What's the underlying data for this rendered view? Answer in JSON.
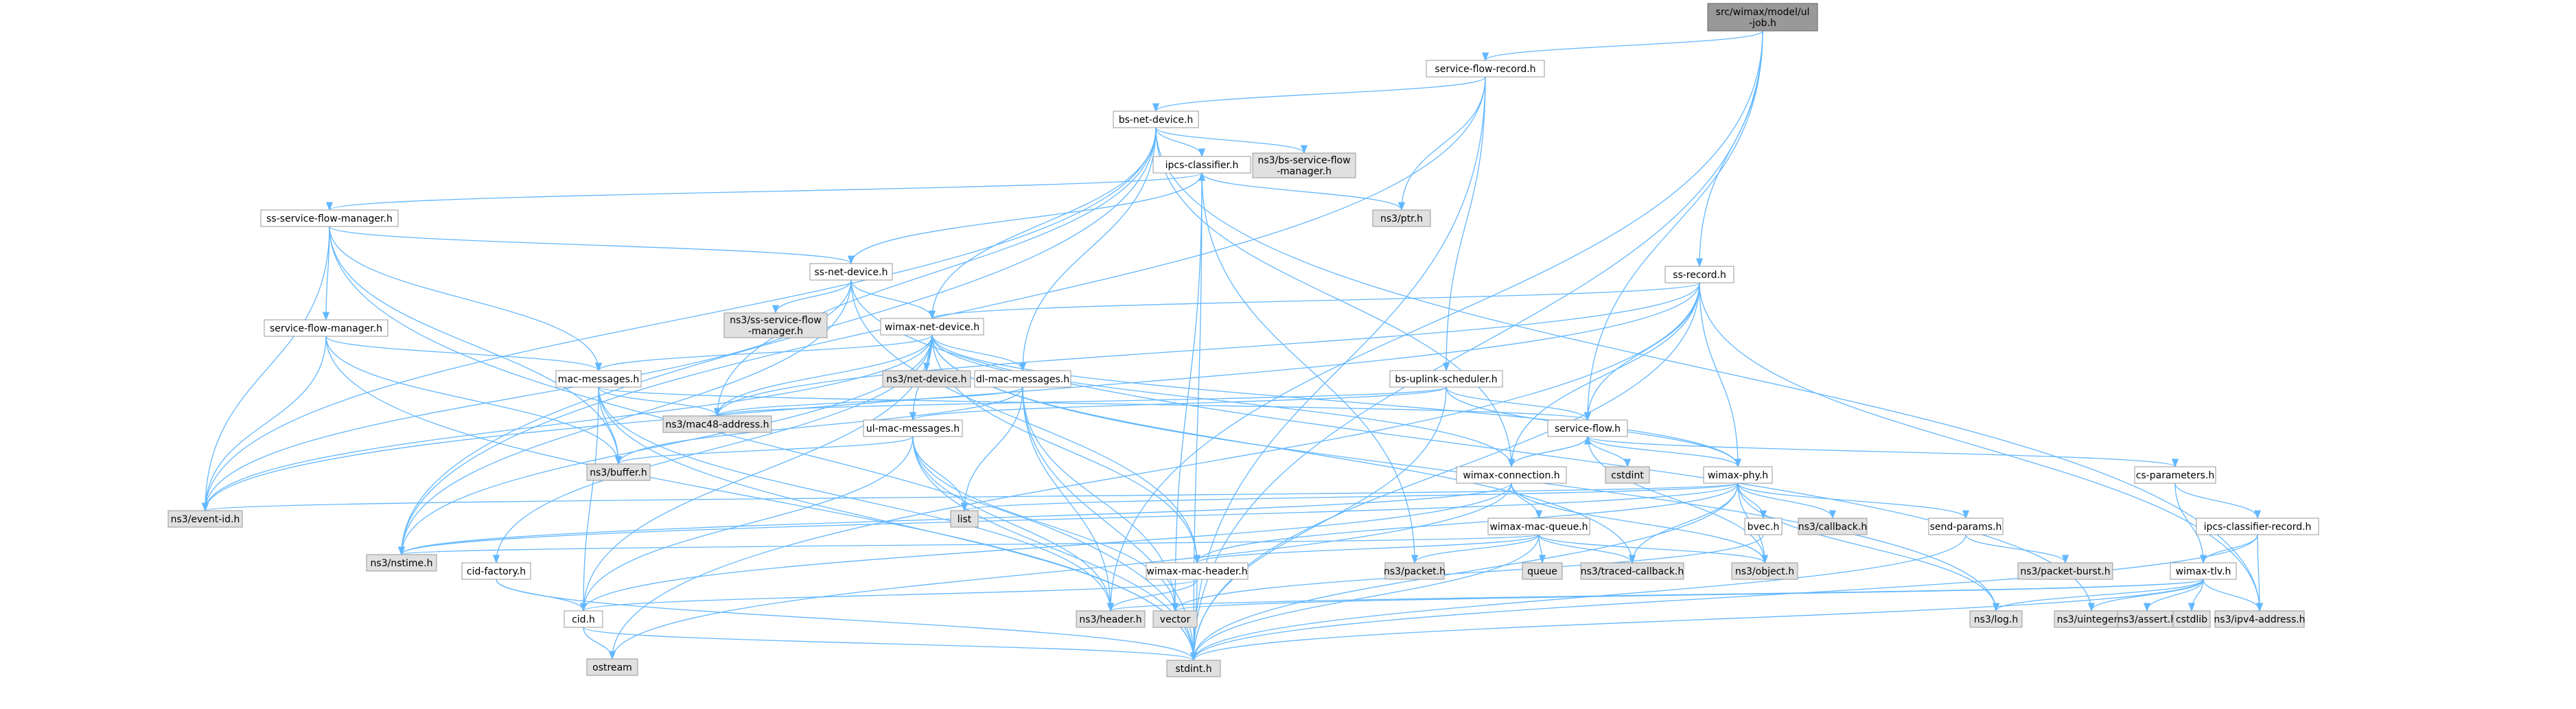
{
  "graph": {
    "nodes": [
      {
        "id": "job",
        "lines": [
          "src/wimax/model/ul",
          "-job.h"
        ],
        "kind": "main"
      },
      {
        "id": "sfr",
        "lines": [
          "service-flow-record.h"
        ],
        "kind": "file"
      },
      {
        "id": "bsnd",
        "lines": [
          "bs-net-device.h"
        ],
        "kind": "file"
      },
      {
        "id": "ipcs",
        "lines": [
          "ipcs-classifier.h"
        ],
        "kind": "file"
      },
      {
        "id": "bssfm",
        "lines": [
          "ns3/bs-service-flow",
          "-manager.h"
        ],
        "kind": "ext"
      },
      {
        "id": "ptr",
        "lines": [
          "ns3/ptr.h"
        ],
        "kind": "ext"
      },
      {
        "id": "sssfm",
        "lines": [
          "ss-service-flow-manager.h"
        ],
        "kind": "file"
      },
      {
        "id": "ssnd",
        "lines": [
          "ss-net-device.h"
        ],
        "kind": "file"
      },
      {
        "id": "sfm",
        "lines": [
          "service-flow-manager.h"
        ],
        "kind": "file"
      },
      {
        "id": "nsssfm",
        "lines": [
          "ns3/ss-service-flow",
          "-manager.h"
        ],
        "kind": "ext"
      },
      {
        "id": "wnd",
        "lines": [
          "wimax-net-device.h"
        ],
        "kind": "file"
      },
      {
        "id": "ssrec",
        "lines": [
          "ss-record.h"
        ],
        "kind": "file"
      },
      {
        "id": "macmsg",
        "lines": [
          "mac-messages.h"
        ],
        "kind": "file"
      },
      {
        "id": "netdev",
        "lines": [
          "ns3/net-device.h"
        ],
        "kind": "ext"
      },
      {
        "id": "dlmac",
        "lines": [
          "dl-mac-messages.h"
        ],
        "kind": "file"
      },
      {
        "id": "bsus",
        "lines": [
          "bs-uplink-scheduler.h"
        ],
        "kind": "file"
      },
      {
        "id": "mac48",
        "lines": [
          "ns3/mac48-address.h"
        ],
        "kind": "ext"
      },
      {
        "id": "sf",
        "lines": [
          "service-flow.h"
        ],
        "kind": "file"
      },
      {
        "id": "ulmac",
        "lines": [
          "ul-mac-messages.h"
        ],
        "kind": "file"
      },
      {
        "id": "buffer",
        "lines": [
          "ns3/buffer.h"
        ],
        "kind": "ext"
      },
      {
        "id": "wconn",
        "lines": [
          "wimax-connection.h"
        ],
        "kind": "file"
      },
      {
        "id": "cstdint",
        "lines": [
          "cstdint"
        ],
        "kind": "ext"
      },
      {
        "id": "wphy",
        "lines": [
          "wimax-phy.h"
        ],
        "kind": "file"
      },
      {
        "id": "csparam",
        "lines": [
          "cs-parameters.h"
        ],
        "kind": "file"
      },
      {
        "id": "eventid",
        "lines": [
          "ns3/event-id.h"
        ],
        "kind": "ext"
      },
      {
        "id": "list",
        "lines": [
          "list"
        ],
        "kind": "ext"
      },
      {
        "id": "nstime",
        "lines": [
          "ns3/nstime.h"
        ],
        "kind": "ext"
      },
      {
        "id": "cidf",
        "lines": [
          "cid-factory.h"
        ],
        "kind": "file"
      },
      {
        "id": "wmq",
        "lines": [
          "wimax-mac-queue.h"
        ],
        "kind": "file"
      },
      {
        "id": "bvec",
        "lines": [
          "bvec.h"
        ],
        "kind": "file"
      },
      {
        "id": "callback",
        "lines": [
          "ns3/callback.h"
        ],
        "kind": "ext"
      },
      {
        "id": "sendp",
        "lines": [
          "send-params.h"
        ],
        "kind": "file"
      },
      {
        "id": "ipcsrec",
        "lines": [
          "ipcs-classifier-record.h"
        ],
        "kind": "file"
      },
      {
        "id": "packet",
        "lines": [
          "ns3/packet.h"
        ],
        "kind": "ext"
      },
      {
        "id": "queue",
        "lines": [
          "queue"
        ],
        "kind": "ext"
      },
      {
        "id": "tcb",
        "lines": [
          "ns3/traced-callback.h"
        ],
        "kind": "ext"
      },
      {
        "id": "object",
        "lines": [
          "ns3/object.h"
        ],
        "kind": "ext"
      },
      {
        "id": "pburst",
        "lines": [
          "ns3/packet-burst.h"
        ],
        "kind": "ext"
      },
      {
        "id": "wmh",
        "lines": [
          "wimax-mac-header.h"
        ],
        "kind": "file"
      },
      {
        "id": "wtlv",
        "lines": [
          "wimax-tlv.h"
        ],
        "kind": "file"
      },
      {
        "id": "cid",
        "lines": [
          "cid.h"
        ],
        "kind": "file"
      },
      {
        "id": "vector",
        "lines": [
          "vector"
        ],
        "kind": "ext"
      },
      {
        "id": "header",
        "lines": [
          "ns3/header.h"
        ],
        "kind": "ext"
      },
      {
        "id": "log",
        "lines": [
          "ns3/log.h"
        ],
        "kind": "ext"
      },
      {
        "id": "uint",
        "lines": [
          "ns3/uinteger.h"
        ],
        "kind": "ext"
      },
      {
        "id": "assert",
        "lines": [
          "ns3/assert.h"
        ],
        "kind": "ext"
      },
      {
        "id": "cstdlib",
        "lines": [
          "cstdlib"
        ],
        "kind": "ext"
      },
      {
        "id": "ipv4",
        "lines": [
          "ns3/ipv4-address.h"
        ],
        "kind": "ext"
      },
      {
        "id": "ostream",
        "lines": [
          "ostream"
        ],
        "kind": "ext"
      },
      {
        "id": "stdint",
        "lines": [
          "stdint.h"
        ],
        "kind": "ext"
      }
    ],
    "edges": [
      [
        "job",
        "sfr"
      ],
      [
        "job",
        "ssrec"
      ],
      [
        "job",
        "sf"
      ],
      [
        "job",
        "stdint"
      ],
      [
        "job",
        "header"
      ],
      [
        "sfr",
        "bsnd"
      ],
      [
        "sfr",
        "ptr"
      ],
      [
        "sfr",
        "bsus"
      ],
      [
        "sfr",
        "stdint"
      ],
      [
        "sfr",
        "nstime"
      ],
      [
        "bsnd",
        "ipcs"
      ],
      [
        "bsnd",
        "bssfm"
      ],
      [
        "bsnd",
        "wnd"
      ],
      [
        "bsnd",
        "dlmac"
      ],
      [
        "bsnd",
        "wconn"
      ],
      [
        "bsnd",
        "mac48"
      ],
      [
        "bsnd",
        "ipv4"
      ],
      [
        "bsnd",
        "eventid"
      ],
      [
        "bsnd",
        "nstime"
      ],
      [
        "ipcs",
        "ptr"
      ],
      [
        "ipcs",
        "sssfm"
      ],
      [
        "ipcs",
        "stdint"
      ],
      [
        "ipcs",
        "vector"
      ],
      [
        "ipcs",
        "packet"
      ],
      [
        "sssfm",
        "ssnd"
      ],
      [
        "sssfm",
        "sfm"
      ],
      [
        "sssfm",
        "macmsg"
      ],
      [
        "sssfm",
        "buffer"
      ],
      [
        "sssfm",
        "eventid"
      ],
      [
        "sssfm",
        "stdint"
      ],
      [
        "ssnd",
        "ipcs"
      ],
      [
        "ssnd",
        "nsssfm"
      ],
      [
        "ssnd",
        "wnd"
      ],
      [
        "ssnd",
        "eventid"
      ],
      [
        "ssnd",
        "nstime"
      ],
      [
        "ssnd",
        "wmh"
      ],
      [
        "ssnd",
        "uint"
      ],
      [
        "sfm",
        "macmsg"
      ],
      [
        "sfm",
        "buffer"
      ],
      [
        "sfm",
        "eventid"
      ],
      [
        "sfm",
        "stdint"
      ],
      [
        "wnd",
        "macmsg"
      ],
      [
        "wnd",
        "netdev"
      ],
      [
        "wnd",
        "dlmac"
      ],
      [
        "wnd",
        "ulmac"
      ],
      [
        "wnd",
        "wconn"
      ],
      [
        "wnd",
        "wphy"
      ],
      [
        "wnd",
        "mac48"
      ],
      [
        "wnd",
        "eventid"
      ],
      [
        "wnd",
        "nstime"
      ],
      [
        "wnd",
        "cidf"
      ],
      [
        "wnd",
        "cid"
      ],
      [
        "wnd",
        "tcb"
      ],
      [
        "wnd",
        "wmh"
      ],
      [
        "wnd",
        "log"
      ],
      [
        "ssrec",
        "wnd"
      ],
      [
        "ssrec",
        "mac48"
      ],
      [
        "ssrec",
        "sf"
      ],
      [
        "ssrec",
        "wconn"
      ],
      [
        "ssrec",
        "wphy"
      ],
      [
        "ssrec",
        "ipv4"
      ],
      [
        "ssrec",
        "stdint"
      ],
      [
        "ssrec",
        "ostream"
      ],
      [
        "ssrec",
        "eventid"
      ],
      [
        "macmsg",
        "sf"
      ],
      [
        "macmsg",
        "mac48"
      ],
      [
        "macmsg",
        "buffer"
      ],
      [
        "macmsg",
        "cid"
      ],
      [
        "macmsg",
        "header"
      ],
      [
        "macmsg",
        "stdint"
      ],
      [
        "dlmac",
        "mac48"
      ],
      [
        "dlmac",
        "buffer"
      ],
      [
        "dlmac",
        "list"
      ],
      [
        "dlmac",
        "vector"
      ],
      [
        "dlmac",
        "header"
      ],
      [
        "dlmac",
        "stdint"
      ],
      [
        "bsus",
        "sf"
      ],
      [
        "bsus",
        "wphy"
      ],
      [
        "bsus",
        "ulmac"
      ],
      [
        "bsus",
        "stdint"
      ],
      [
        "bsus",
        "mac48"
      ],
      [
        "sf",
        "csparam"
      ],
      [
        "sf",
        "wconn"
      ],
      [
        "sf",
        "wphy"
      ],
      [
        "sf",
        "cstdint"
      ],
      [
        "sf",
        "object"
      ],
      [
        "ulmac",
        "buffer"
      ],
      [
        "ulmac",
        "list"
      ],
      [
        "ulmac",
        "vector"
      ],
      [
        "ulmac",
        "header"
      ],
      [
        "ulmac",
        "stdint"
      ],
      [
        "ulmac",
        "cid"
      ],
      [
        "wconn",
        "sf"
      ],
      [
        "wconn",
        "wmq"
      ],
      [
        "wconn",
        "cid"
      ],
      [
        "wconn",
        "object"
      ],
      [
        "wconn",
        "ostream"
      ],
      [
        "wconn",
        "nstime"
      ],
      [
        "wphy",
        "bvec"
      ],
      [
        "wphy",
        "callback"
      ],
      [
        "wphy",
        "sendp"
      ],
      [
        "wphy",
        "tcb"
      ],
      [
        "wphy",
        "object"
      ],
      [
        "wphy",
        "log"
      ],
      [
        "wphy",
        "list"
      ],
      [
        "wphy",
        "eventid"
      ],
      [
        "wphy",
        "nstime"
      ],
      [
        "wphy",
        "stdint"
      ],
      [
        "wphy",
        "wmh"
      ],
      [
        "csparam",
        "ipcsrec"
      ],
      [
        "csparam",
        "wtlv"
      ],
      [
        "cidf",
        "cid"
      ],
      [
        "cidf",
        "stdint"
      ],
      [
        "wmq",
        "wmh"
      ],
      [
        "wmq",
        "packet"
      ],
      [
        "wmq",
        "queue"
      ],
      [
        "wmq",
        "tcb"
      ],
      [
        "wmq",
        "object"
      ],
      [
        "wmq",
        "nstime"
      ],
      [
        "wmq",
        "stdint"
      ],
      [
        "bvec",
        "vector"
      ],
      [
        "sendp",
        "pburst"
      ],
      [
        "sendp",
        "stdint"
      ],
      [
        "ipcsrec",
        "wtlv"
      ],
      [
        "ipcsrec",
        "ipv4"
      ],
      [
        "ipcsrec",
        "stdint"
      ],
      [
        "wmh",
        "cid"
      ],
      [
        "wmh",
        "header"
      ],
      [
        "wmh",
        "stdint"
      ],
      [
        "wtlv",
        "header"
      ],
      [
        "wtlv",
        "vector"
      ],
      [
        "wtlv",
        "log"
      ],
      [
        "wtlv",
        "uint"
      ],
      [
        "wtlv",
        "assert"
      ],
      [
        "wtlv",
        "cstdlib"
      ],
      [
        "wtlv",
        "ipv4"
      ],
      [
        "wtlv",
        "stdint"
      ],
      [
        "cid",
        "ostream"
      ],
      [
        "cid",
        "stdint"
      ]
    ]
  }
}
